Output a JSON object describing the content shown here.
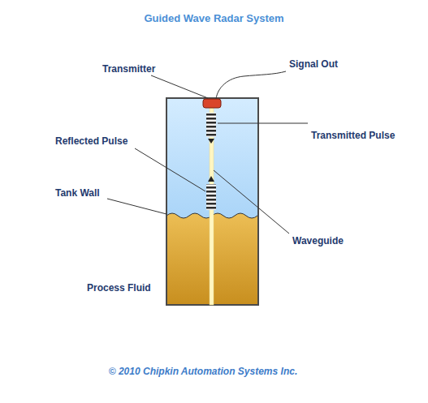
{
  "diagram": {
    "title": "Guided Wave Radar System",
    "caption": "© 2010 Chipkin Automation Systems Inc.",
    "labels": [
      "Transmitter",
      "Signal Out",
      "Transmitted Pulse",
      "Reflected Pulse",
      "Tank Wall",
      "Waveguide",
      "Process Fluid"
    ]
  }
}
